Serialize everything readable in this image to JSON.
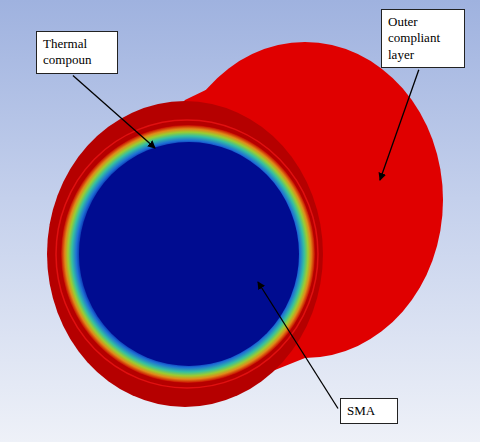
{
  "diagram": {
    "nodes": [
      {
        "text": [
          "Thermal compoun"
        ]
      },
      {
        "text": [
          "Outer compliant layer"
        ]
      },
      {
        "text": [
          "SMA"
        ]
      }
    ]
  }
}
